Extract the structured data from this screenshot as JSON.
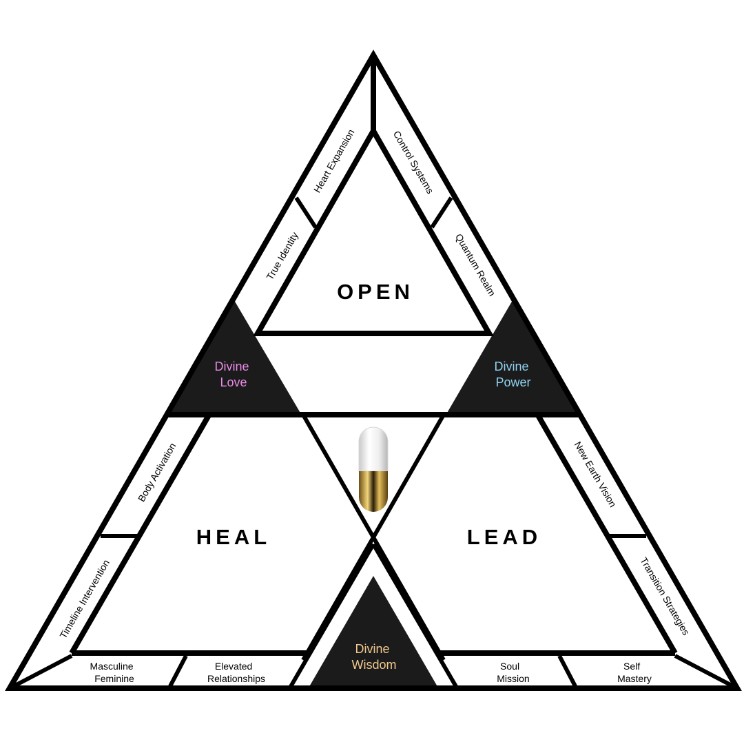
{
  "sections": {
    "open": "OPEN",
    "heal": "HEAL",
    "lead": "LEAD"
  },
  "divine": {
    "love": {
      "line1": "Divine",
      "line2": "Love",
      "color": "#e98be8"
    },
    "power": {
      "line1": "Divine",
      "line2": "Power",
      "color": "#8fd3f2"
    },
    "wisdom": {
      "line1": "Divine",
      "line2": "Wisdom",
      "color": "#f0c98e"
    }
  },
  "topics": {
    "heart_expansion": "Heart Expansion",
    "true_identity": "True Identity",
    "control_systems": "Control Systems",
    "quantum_realm": "Quantum Realm",
    "body_activation": "Body Activation",
    "timeline_intervention": "Timeline Intervention",
    "new_earth_vision": "New Earth Vision",
    "transition_strategies": "Transition Strategies",
    "masculine_feminine": {
      "line1": "Masculine",
      "line2": "Feminine"
    },
    "elevated_relationships": {
      "line1": "Elevated",
      "line2": "Relationships"
    },
    "soul_mission": {
      "line1": "Soul",
      "line2": "Mission"
    },
    "self_mastery": {
      "line1": "Self",
      "line2": "Mastery"
    }
  },
  "icon": "capsule-icon"
}
